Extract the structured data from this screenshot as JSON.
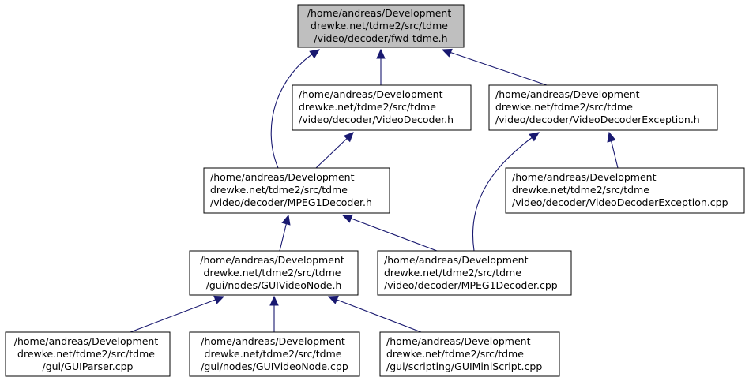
{
  "nodes": {
    "fwd_tdme": {
      "lines": [
        "/home/andreas/Development",
        "drewke.net/tdme2/src/tdme",
        "/video/decoder/fwd-tdme.h"
      ],
      "is_root": true
    },
    "video_decoder": {
      "lines": [
        "/home/andreas/Development",
        "drewke.net/tdme2/src/tdme",
        "/video/decoder/VideoDecoder.h"
      ]
    },
    "video_decoder_exception": {
      "lines": [
        "/home/andreas/Development",
        "drewke.net/tdme2/src/tdme",
        "/video/decoder/VideoDecoderException.h"
      ]
    },
    "mpeg1_decoder_h": {
      "lines": [
        "/home/andreas/Development",
        "drewke.net/tdme2/src/tdme",
        "/video/decoder/MPEG1Decoder.h"
      ]
    },
    "video_decoder_exception_cpp": {
      "lines": [
        "/home/andreas/Development",
        "drewke.net/tdme2/src/tdme",
        "/video/decoder/VideoDecoderException.cpp"
      ]
    },
    "gui_video_node_h": {
      "lines": [
        "/home/andreas/Development",
        "drewke.net/tdme2/src/tdme",
        "/gui/nodes/GUIVideoNode.h"
      ]
    },
    "mpeg1_decoder_cpp": {
      "lines": [
        "/home/andreas/Development",
        "drewke.net/tdme2/src/tdme",
        "/video/decoder/MPEG1Decoder.cpp"
      ]
    },
    "gui_parser_cpp": {
      "lines": [
        "/home/andreas/Development",
        "drewke.net/tdme2/src/tdme",
        "/gui/GUIParser.cpp"
      ]
    },
    "gui_video_node_cpp": {
      "lines": [
        "/home/andreas/Development",
        "drewke.net/tdme2/src/tdme",
        "/gui/nodes/GUIVideoNode.cpp"
      ]
    },
    "gui_mini_script_cpp": {
      "lines": [
        "/home/andreas/Development",
        "drewke.net/tdme2/src/tdme",
        "/gui/scripting/GUIMiniScript.cpp"
      ]
    }
  },
  "edges": [
    {
      "from": "mpeg1_decoder_h",
      "to": "fwd_tdme"
    },
    {
      "from": "video_decoder",
      "to": "fwd_tdme"
    },
    {
      "from": "video_decoder_exception",
      "to": "fwd_tdme"
    },
    {
      "from": "mpeg1_decoder_h",
      "to": "video_decoder"
    },
    {
      "from": "mpeg1_decoder_cpp",
      "to": "video_decoder_exception"
    },
    {
      "from": "video_decoder_exception_cpp",
      "to": "video_decoder_exception"
    },
    {
      "from": "gui_video_node_h",
      "to": "mpeg1_decoder_h"
    },
    {
      "from": "mpeg1_decoder_cpp",
      "to": "mpeg1_decoder_h"
    },
    {
      "from": "gui_parser_cpp",
      "to": "gui_video_node_h"
    },
    {
      "from": "gui_video_node_cpp",
      "to": "gui_video_node_h"
    },
    {
      "from": "gui_mini_script_cpp",
      "to": "gui_video_node_h"
    }
  ],
  "colors": {
    "edge": "#191970",
    "root_fill": "#bfbfbf",
    "node_fill": "#ffffff",
    "node_border": "#000000"
  }
}
